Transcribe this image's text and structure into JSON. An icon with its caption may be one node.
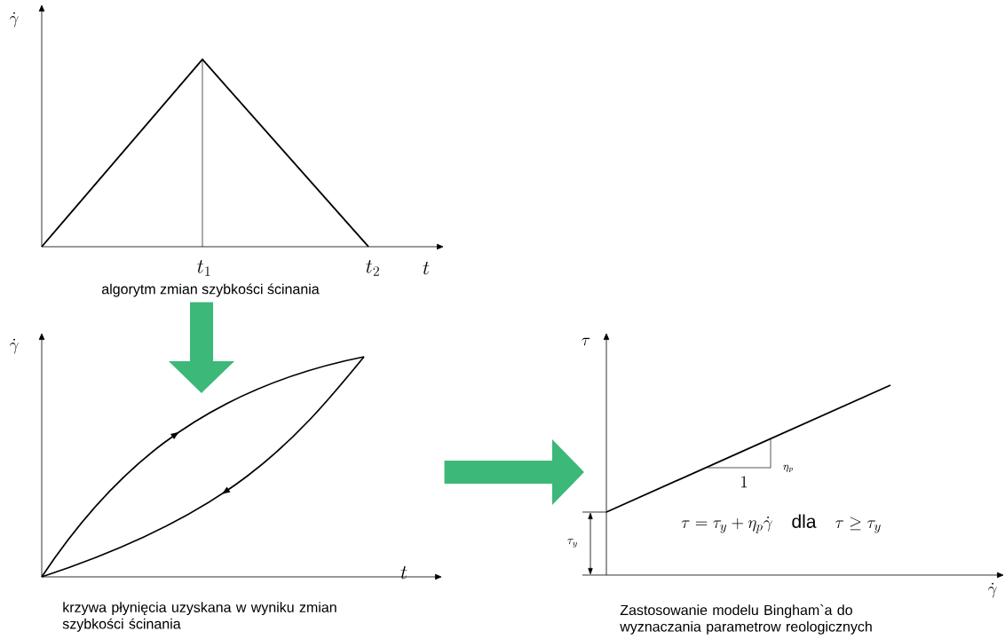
{
  "diagram": {
    "nodes": [
      {
        "text": [
          "algorytm zmian szybkości ścinania"
        ]
      },
      {
        "text": [
          "krzywa płynięcia uzyskana w wyniku zmian szybkości ścinania"
        ]
      },
      {
        "text": [
          "Zastosowanie modelu Bingham`a do wyznaczania parametrow reologicznych"
        ]
      }
    ],
    "edges": [
      {
        "from": 0,
        "to": 1,
        "arrow": "to"
      },
      {
        "from": 1,
        "to": 2,
        "arrow": "to"
      }
    ],
    "labels": [
      "\\dot{\\gamma}",
      "t_1",
      "t_2",
      "t",
      "\\dot{\\gamma}",
      "t",
      "\\tau",
      "\\eta_p",
      "1",
      "\\tau_y",
      "\\tau = \\tau_y + \\eta_p\\dot{\\gamma} \\quad \\mathrm{dla} \\quad \\tau \\geq \\tau_y",
      "\\dot{\\gamma}"
    ]
  }
}
